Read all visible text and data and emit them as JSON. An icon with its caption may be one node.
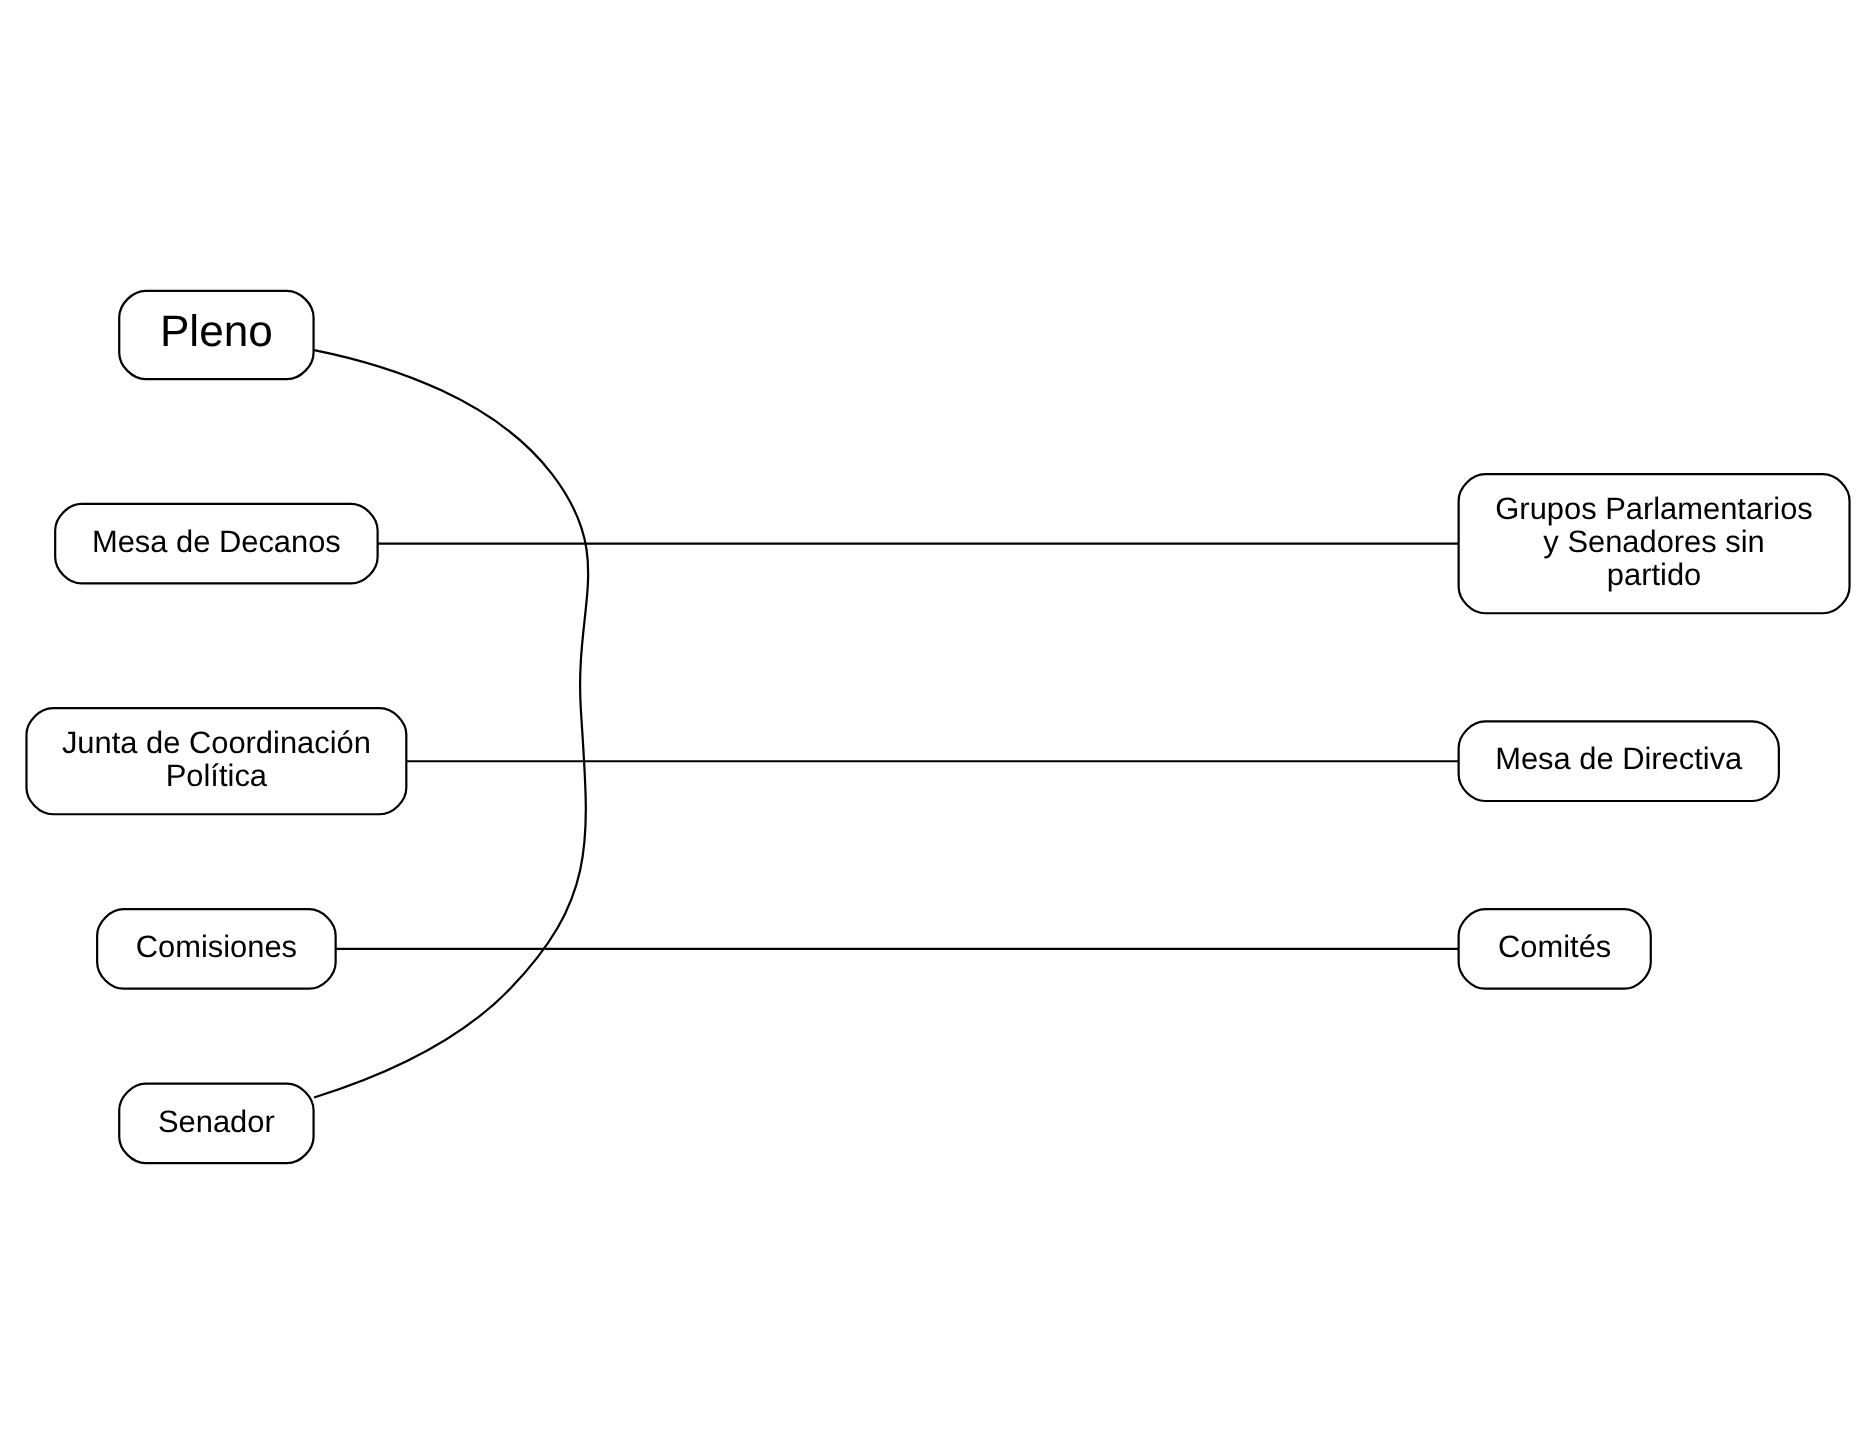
{
  "diagram": {
    "nodes": [
      {
        "text": [
          "Pleno"
        ]
      },
      {
        "text": [
          "Mesa de Decanos"
        ]
      },
      {
        "text": [
          "Grupos Parlamentarios y Senadores sin partido"
        ]
      },
      {
        "text": [
          "Junta de Coordinación Política"
        ]
      },
      {
        "text": [
          "Mesa de Directiva"
        ]
      },
      {
        "text": [
          "Comisiones"
        ]
      },
      {
        "text": [
          "Comités"
        ]
      },
      {
        "text": [
          "Senador"
        ]
      }
    ],
    "edges": [
      {
        "from": 0,
        "to": 7,
        "arrow": "none"
      },
      {
        "from": 1,
        "to": 2,
        "arrow": "none"
      },
      {
        "from": 3,
        "to": 4,
        "arrow": "none"
      },
      {
        "from": 5,
        "to": 6,
        "arrow": "none"
      }
    ]
  }
}
